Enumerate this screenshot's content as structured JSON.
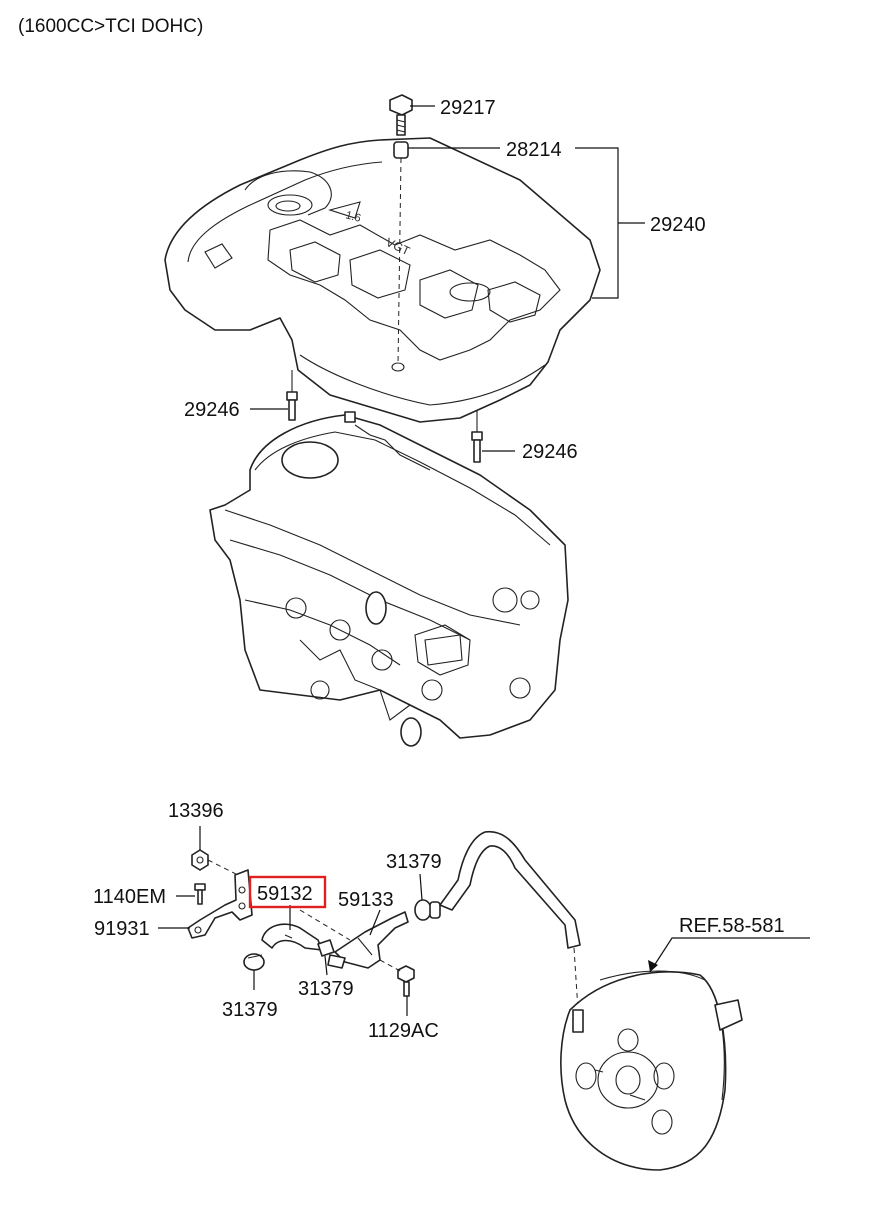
{
  "header": "(1600CC>TCI DOHC)",
  "parts": {
    "bolt_top": "29217",
    "grommet": "28214",
    "engine_cover": "29240",
    "stud_left": "29246",
    "stud_right": "29246",
    "nut": "13396",
    "bolt_small": "1140EM",
    "bracket": "91931",
    "hose_highlight": "59132",
    "pipe": "59133",
    "clamp_top": "31379",
    "clamp_left": "31379",
    "clamp_mid": "31379",
    "bolt_pipe": "1129AC",
    "booster_ref": "REF.58-581"
  },
  "colors": {
    "line": "#111111",
    "highlight": "#e02020"
  }
}
